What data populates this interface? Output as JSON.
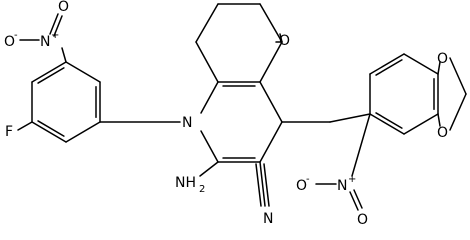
{
  "diagram": {
    "type": "chemical-structure",
    "atom_labels": {
      "o_nitro_1_minus": "O",
      "o_nitro_1_minus_charge": "-",
      "n_nitro_1": "N",
      "n_nitro_1_charge": "+",
      "o_nitro_1_double": "O",
      "fluorine": "F",
      "n_ring": "N",
      "o_ketone": "O",
      "o_dioxole_top": "O",
      "o_dioxole_bottom": "O",
      "nh2": "NH",
      "nh2_sub": "2",
      "n_nitrile": "N",
      "o_nitro_2_minus": "O",
      "o_nitro_2_minus_charge": "-",
      "n_nitro_2": "N",
      "n_nitro_2_charge": "+",
      "o_nitro_2_double": "O"
    }
  }
}
